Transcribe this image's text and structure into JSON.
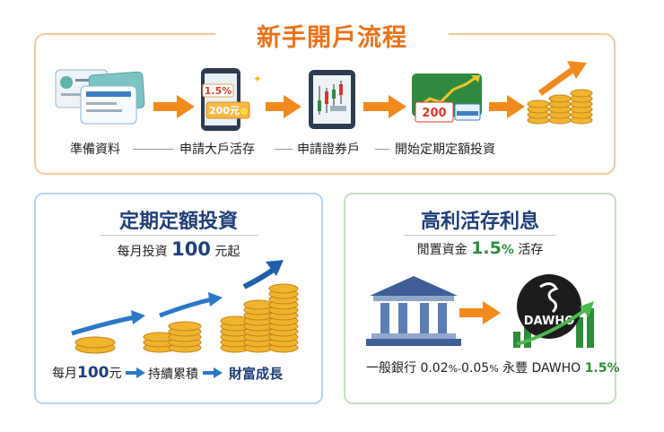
{
  "top": {
    "title": "新手開戶流程",
    "steps": [
      {
        "label": "準備資料",
        "icon": "id-cards-icon"
      },
      {
        "label": "申請大戶活存",
        "icon": "phone-promo-icon"
      },
      {
        "label": "申請證券戶",
        "icon": "tablet-chart-icon"
      },
      {
        "label": "開始定期定額投資",
        "icon": "growth-card-icon"
      }
    ],
    "phone_rate": "1.5%",
    "phone_bonus": "200元",
    "card_bonus": "200"
  },
  "left": {
    "title": "定期定額投資",
    "sub_prefix": "每月投資",
    "sub_num": "100",
    "sub_suffix": "元起",
    "flow": [
      {
        "pre": "每月",
        "num": "100",
        "unit": "元"
      },
      {
        "text": "持續累積"
      },
      {
        "text": "財富成長"
      }
    ]
  },
  "right": {
    "title": "高利活存利息",
    "sub_prefix": "閒置資金",
    "sub_num": "1.5",
    "sub_unit": "%",
    "sub_suffix": "活存",
    "bank_label_pre": "一般銀行",
    "bank_rate_1": "0.02",
    "bank_rate_sep": "%-",
    "bank_rate_2": "0.05",
    "bank_rate_unit": "%",
    "dawho_label_pre": "永豐 DAWHO",
    "dawho_rate": "1.5%",
    "logo_text": "DAWHO"
  },
  "colors": {
    "orange": "#e8731a",
    "navy": "#1f3f77",
    "green": "#2e8b3c",
    "gold": "#e3a92a"
  }
}
